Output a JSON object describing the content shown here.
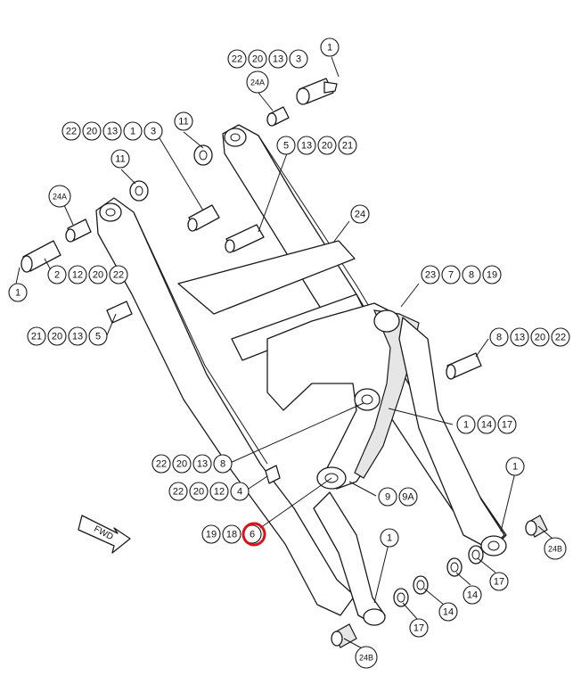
{
  "callout_groups": {
    "g_top_pin": [
      "22",
      "20",
      "13",
      "3"
    ],
    "g_top_1": [
      "1"
    ],
    "g_24a_top": [
      "24A"
    ],
    "g_left_top": [
      "22",
      "20",
      "13",
      "1",
      "3"
    ],
    "g_11_a": [
      "11"
    ],
    "g_11_b": [
      "11"
    ],
    "g_5_13": [
      "5",
      "13",
      "20",
      "21"
    ],
    "g_24a_left": [
      "24A"
    ],
    "g_24": [
      "24"
    ],
    "g_2_12": [
      "2",
      "12",
      "20",
      "22"
    ],
    "g_left_1": [
      "1"
    ],
    "g_21_20": [
      "21",
      "20",
      "13",
      "5"
    ],
    "g_23_7": [
      "23",
      "7",
      "8",
      "19"
    ],
    "g_8_13": [
      "8",
      "13",
      "20",
      "22"
    ],
    "g_1_14": [
      "1",
      "14",
      "17"
    ],
    "g_22_8": [
      "22",
      "20",
      "13",
      "8"
    ],
    "g_22_4": [
      "22",
      "20",
      "12",
      "4"
    ],
    "g_9": [
      "9",
      "9A"
    ],
    "g_r_1": [
      "1"
    ],
    "g_19_18": [
      "19",
      "18",
      "6"
    ],
    "g_b_1": [
      "1"
    ],
    "g_24b_r": [
      "24B"
    ],
    "g_17_r": [
      "17"
    ],
    "g_14_r": [
      "14"
    ],
    "g_14_b": [
      "14"
    ],
    "g_17_b": [
      "17"
    ],
    "g_24b_b": [
      "24B"
    ]
  },
  "fwd_label": "FWD",
  "highlighted_callout": "6",
  "colors": {
    "line": "#1a1a1a",
    "highlight": "#d8131b",
    "background": "#ffffff"
  }
}
